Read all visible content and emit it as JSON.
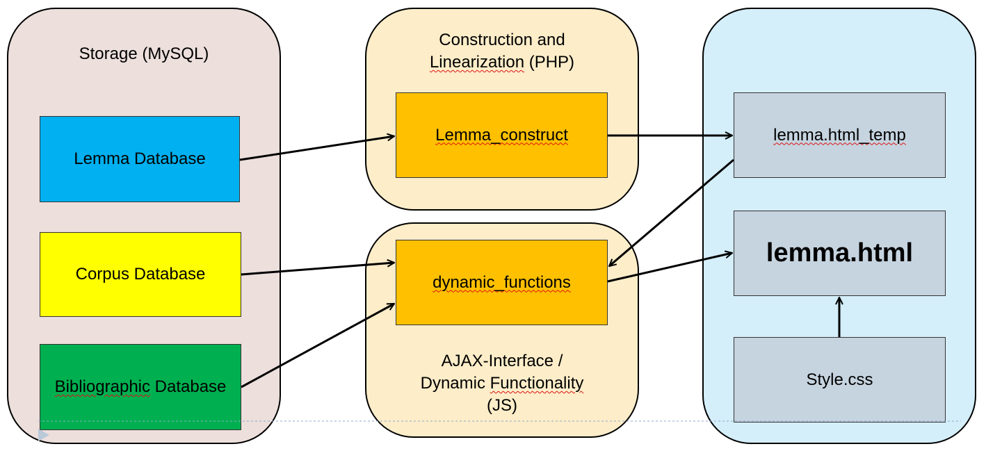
{
  "colors": {
    "storage_panel": "#ecdfdc",
    "php_panel": "#fdedc9",
    "js_panel": "#fdedc9",
    "output_panel": "#d4eefa",
    "lemma_db": "#00b0f0",
    "corpus_db": "#ffff00",
    "biblio_db": "#00b050",
    "php_box": "#ffc000",
    "output_box": "#c6d4e0",
    "guide_line": "#8ea9c9"
  },
  "storage": {
    "title": "Storage (MySQL)",
    "lemma_db": "Lemma Database",
    "corpus_db": "Corpus Database",
    "biblio_db_word1": "Bibliographic",
    "biblio_db_word2": " Database"
  },
  "construction": {
    "title_line1": "Construction and",
    "title_line2_a": "Linearization",
    "title_line2_b": " (PHP)",
    "box": "Lemma_construct"
  },
  "dynamic": {
    "box": "dynamic_functions",
    "title_line1": "AJAX-Interface /",
    "title_line2_a": "Dynamic ",
    "title_line2_b": "Functionality",
    "title_line3": "(JS)"
  },
  "output": {
    "temp_file": "lemma.html_temp",
    "html_file": "lemma.html",
    "css_file": "Style.css"
  }
}
